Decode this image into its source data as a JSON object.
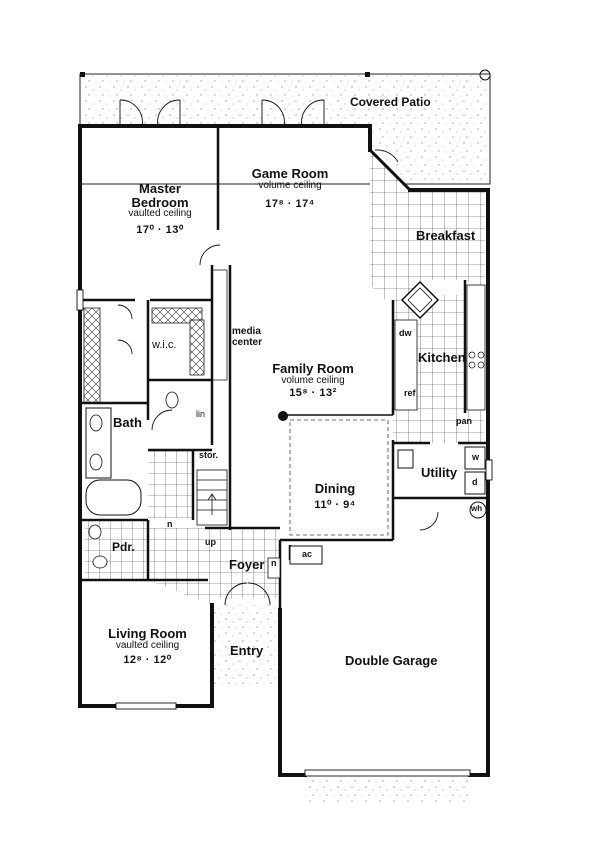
{
  "plan": {
    "rooms": {
      "covered_patio": {
        "name": "Covered Patio"
      },
      "master_bedroom": {
        "name": "Master\nBedroom",
        "note": "vaulted ceiling",
        "dims": "17⁰ · 13⁰"
      },
      "game_room": {
        "name": "Game Room",
        "note": "volume ceiling",
        "dims": "17⁸ · 17⁴"
      },
      "breakfast": {
        "name": "Breakfast"
      },
      "wic": {
        "name": "w.i.c."
      },
      "media_center": {
        "name": "media\ncenter"
      },
      "kitchen": {
        "name": "Kitchen"
      },
      "dw": {
        "name": "dw"
      },
      "ref": {
        "name": "ref"
      },
      "family_room": {
        "name": "Family Room",
        "note": "volume ceiling",
        "dims": "15⁸ · 13²"
      },
      "bath": {
        "name": "Bath"
      },
      "lin": {
        "name": "lin"
      },
      "pan": {
        "name": "pan"
      },
      "stor": {
        "name": "stor."
      },
      "utility": {
        "name": "Utility"
      },
      "w": {
        "name": "w"
      },
      "d": {
        "name": "d"
      },
      "wh": {
        "name": "wh"
      },
      "dining": {
        "name": "Dining",
        "dims": "11⁰ · 9⁴"
      },
      "n1": {
        "name": "n"
      },
      "n2": {
        "name": "n"
      },
      "up": {
        "name": "up"
      },
      "pdr": {
        "name": "Pdr."
      },
      "ac": {
        "name": "ac"
      },
      "foyer": {
        "name": "Foyer"
      },
      "living_room": {
        "name": "Living Room",
        "note": "vaulted ceiling",
        "dims": "12⁸ · 12⁰"
      },
      "entry": {
        "name": "Entry"
      },
      "double_garage": {
        "name": "Double Garage"
      }
    }
  }
}
